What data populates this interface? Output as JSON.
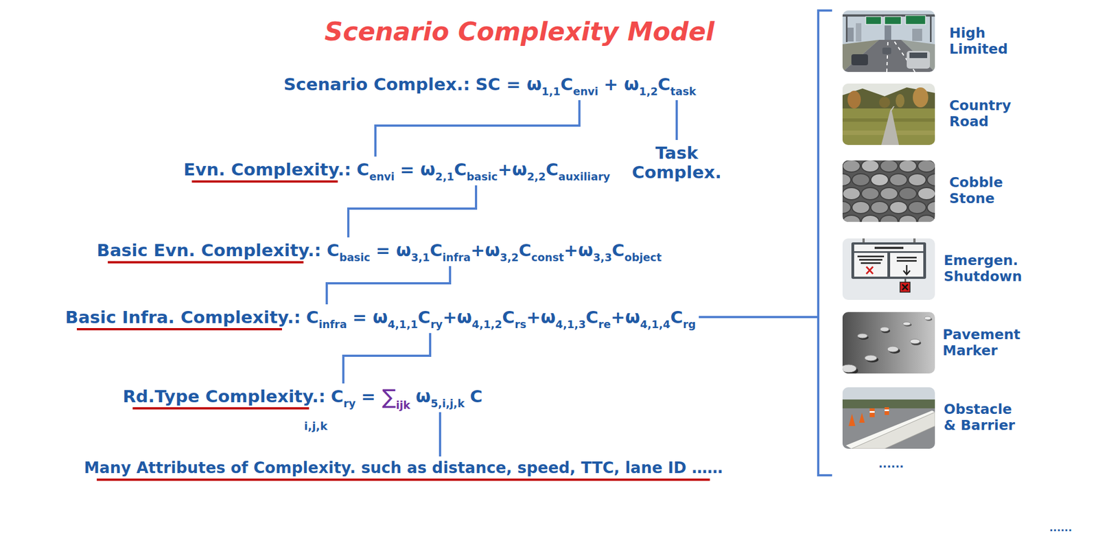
{
  "diagram": {
    "title": "Scenario Complexity Model",
    "labels": [
      "Scenario Complex.:",
      "SC = ω",
      "1,1",
      "C",
      "envi",
      "+ ω",
      "1,2",
      "C",
      "task",
      "Evn. Complexity.:",
      "C",
      "envi",
      "= ω",
      "2,1",
      "C",
      "basic",
      "+ω",
      "2,2",
      "C",
      "auxiliary",
      "Task Complex.",
      "Basic Evn. Complexity.:",
      "C",
      "basic",
      "= ω",
      "3,1",
      "C",
      "infra",
      "+ω",
      "3,2",
      "C",
      "const",
      "+ω",
      "3,3",
      "C",
      "object",
      "Basic Infra. Complexity.:",
      "C",
      "infra",
      "= ω",
      "4,1,1",
      "C",
      "ry",
      "+ω",
      "4,1,2",
      "C",
      "rs",
      "+ω",
      "4,1,3",
      "C",
      "re",
      "+ω",
      "4,1,4",
      "C",
      "rg",
      "Rd.Type Complexity.:",
      "C",
      "ry",
      "=",
      "∑",
      "ijk",
      "ω",
      "5,i,j,k",
      "C",
      "i,j,k",
      "Many Attributes of Complexity. such as distance, speed, TTC, lane ID ……",
      "High Limited",
      "Country Road",
      "Cobble Stone",
      "Emergen. Shutdown",
      "Pavement Marker",
      "Obstacle & Barrier",
      "......",
      "......"
    ]
  }
}
